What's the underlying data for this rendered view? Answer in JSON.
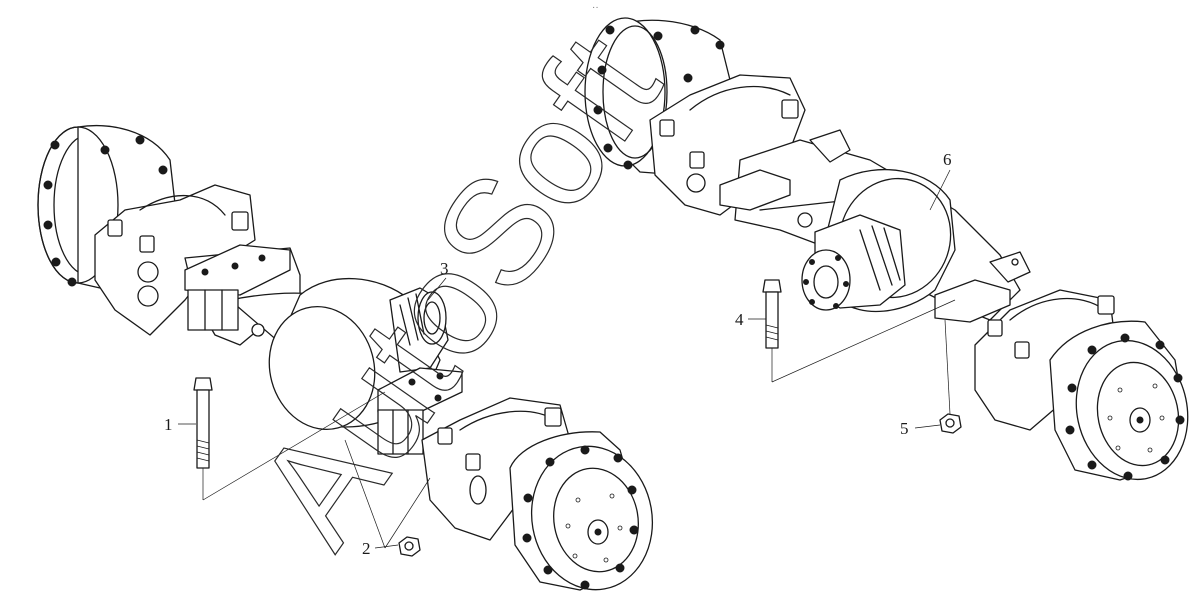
{
  "diagram": {
    "callouts": [
      {
        "id": "1",
        "label": "1"
      },
      {
        "id": "2",
        "label": "2"
      },
      {
        "id": "3",
        "label": "3"
      },
      {
        "id": "4",
        "label": "4"
      },
      {
        "id": "5",
        "label": "5"
      },
      {
        "id": "6",
        "label": "6"
      }
    ],
    "watermark": "AutoSoft",
    "header_mark": "··"
  }
}
